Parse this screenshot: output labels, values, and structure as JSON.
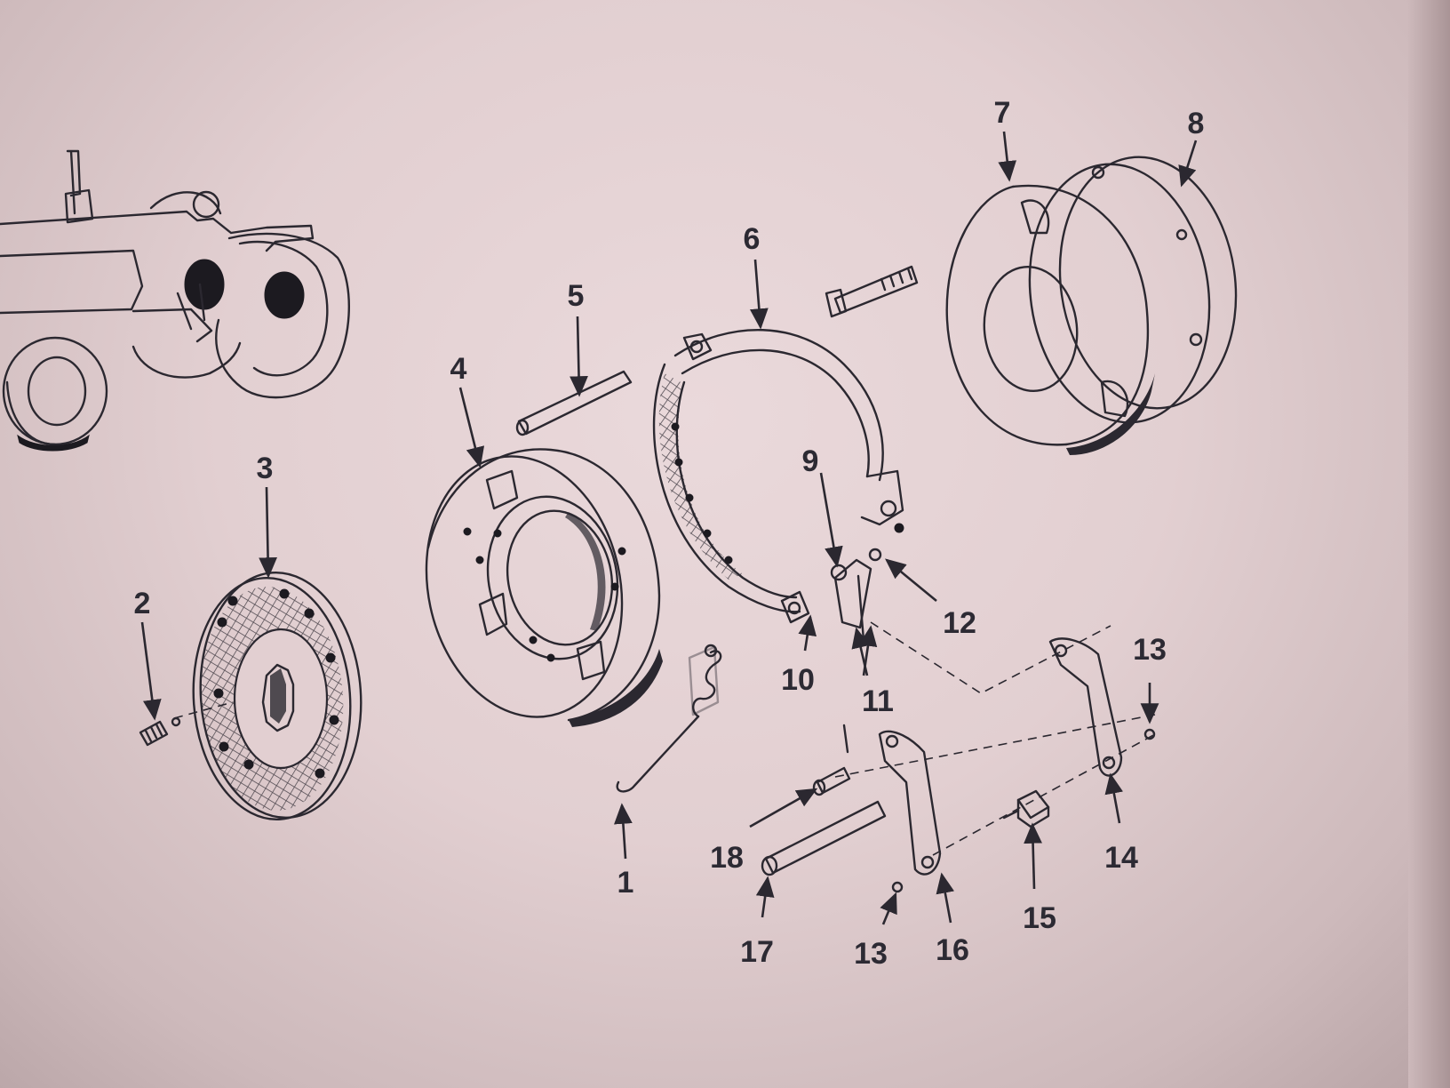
{
  "diagram": {
    "callouts": [
      {
        "id": "1",
        "text": "1"
      },
      {
        "id": "2",
        "text": "2"
      },
      {
        "id": "3",
        "text": "3"
      },
      {
        "id": "4",
        "text": "4"
      },
      {
        "id": "5",
        "text": "5"
      },
      {
        "id": "6",
        "text": "6"
      },
      {
        "id": "7",
        "text": "7"
      },
      {
        "id": "8",
        "text": "8"
      },
      {
        "id": "9",
        "text": "9"
      },
      {
        "id": "10",
        "text": "10"
      },
      {
        "id": "11",
        "text": "11"
      },
      {
        "id": "12",
        "text": "12"
      },
      {
        "id": "13a",
        "text": "13"
      },
      {
        "id": "13b",
        "text": "13"
      },
      {
        "id": "14",
        "text": "14"
      },
      {
        "id": "15",
        "text": "15"
      },
      {
        "id": "16",
        "text": "16"
      },
      {
        "id": "17",
        "text": "17"
      },
      {
        "id": "18",
        "text": "18"
      }
    ]
  },
  "colors": {
    "paper": "#e2cfd1",
    "ink": "#2b2830"
  }
}
